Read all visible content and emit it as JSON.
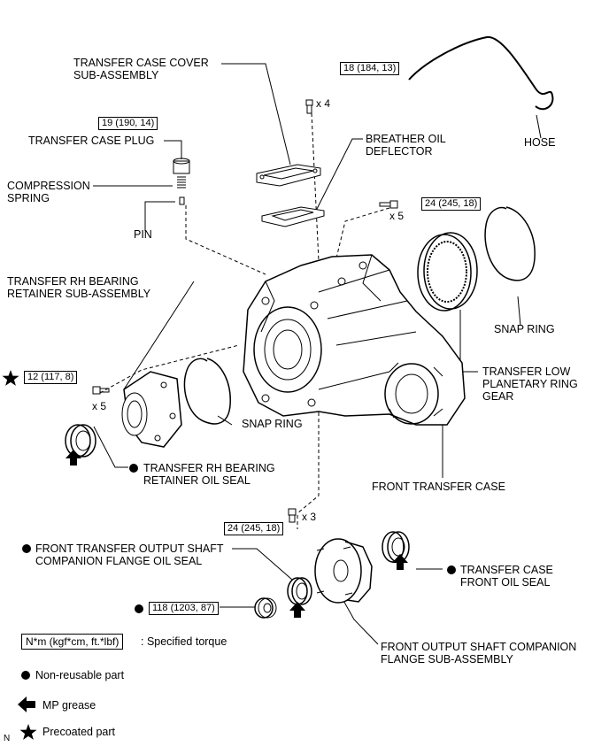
{
  "labels": {
    "transfer_case_cover": "TRANSFER CASE COVER\nSUB-ASSEMBLY",
    "transfer_case_plug": "TRANSFER CASE PLUG",
    "compression_spring": "COMPRESSION\nSPRING",
    "pin": "PIN",
    "breather_oil_deflector": "BREATHER OIL\nDEFLECTOR",
    "hose": "HOSE",
    "rh_bearing_retainer": "TRANSFER RH BEARING\nRETAINER SUB-ASSEMBLY",
    "snap_ring_right": "SNAP RING",
    "snap_ring_left": "SNAP RING",
    "low_planetary_ring_gear": "TRANSFER LOW\nPLANETARY RING\nGEAR",
    "rh_bearing_oil_seal": "TRANSFER RH BEARING\nRETAINER OIL SEAL",
    "front_transfer_case": "FRONT TRANSFER CASE",
    "front_output_flange_oil_seal": "FRONT TRANSFER OUTPUT SHAFT\nCOMPANION FLANGE OIL SEAL",
    "case_front_oil_seal": "TRANSFER CASE\nFRONT OIL SEAL",
    "front_output_flange": "FRONT OUTPUT SHAFT COMPANION\nFLANGE SUB-ASSEMBLY"
  },
  "torques": {
    "cover_bolt": "18 (184, 13)",
    "plug": "19 (190, 14)",
    "case_bolt_right": "24 (245, 18)",
    "retainer_bolt": "12 (117, 8)",
    "case_bolt_bottom": "24 (245, 18)",
    "flange_nut": "118 (1203, 87)"
  },
  "quantities": {
    "cover_bolt": "x 4",
    "case_bolt_right": "x 5",
    "retainer_bolt": "x 5",
    "case_bolt_bottom": "x 3"
  },
  "legend": {
    "torque_box": "N*m (kgf*cm, ft.*lbf)",
    "torque_text": ": Specified torque",
    "non_reusable": "Non-reusable part",
    "mp_grease": "MP grease",
    "precoated": "Precoated part"
  },
  "corner_mark": "N",
  "icons": {
    "non_reusable": "filled-circle-icon",
    "mp_grease": "left-arrow-icon",
    "precoated": "star-icon"
  }
}
